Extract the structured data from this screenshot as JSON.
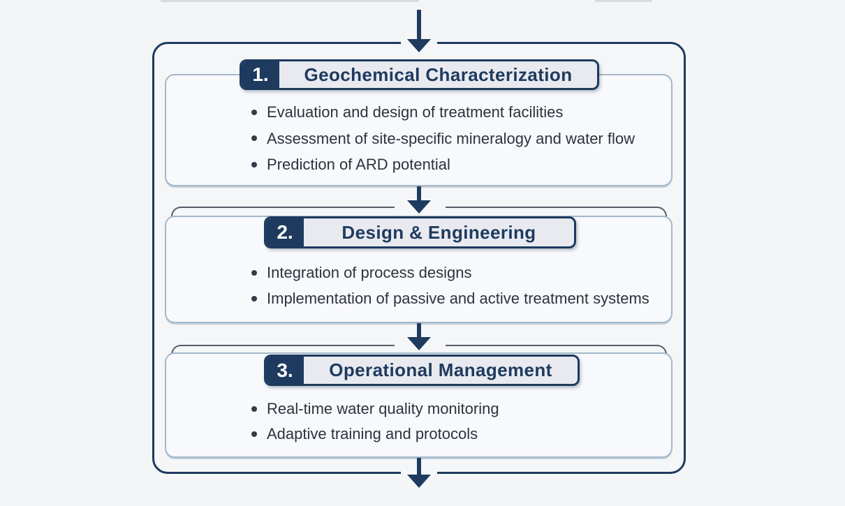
{
  "page": {
    "background": "#f4f5f7",
    "accent_navy": "#1e3a5e",
    "box_border": "#a3b8ca",
    "box_fill": "#f8f9fc",
    "badge_label_fill": "#e8eaf0",
    "bullet_text_color": "#2d323d",
    "echo_line_color": "#565c66"
  },
  "flow": {
    "stages": [
      {
        "number": "1.",
        "title": "Geochemical Characterization",
        "bullets": [
          "Evaluation and design of treatment facilities",
          "Assessment of site-specific mineralogy and water flow",
          "Prediction of ARD potential"
        ]
      },
      {
        "number": "2.",
        "title": "Design & Engineering",
        "bullets": [
          "Integration of process designs",
          "Implementation of passive and active treatment systems"
        ]
      },
      {
        "number": "3.",
        "title": "Operational Management",
        "bullets": [
          "Real-time water quality monitoring",
          "Adaptive training and protocols"
        ]
      }
    ]
  }
}
